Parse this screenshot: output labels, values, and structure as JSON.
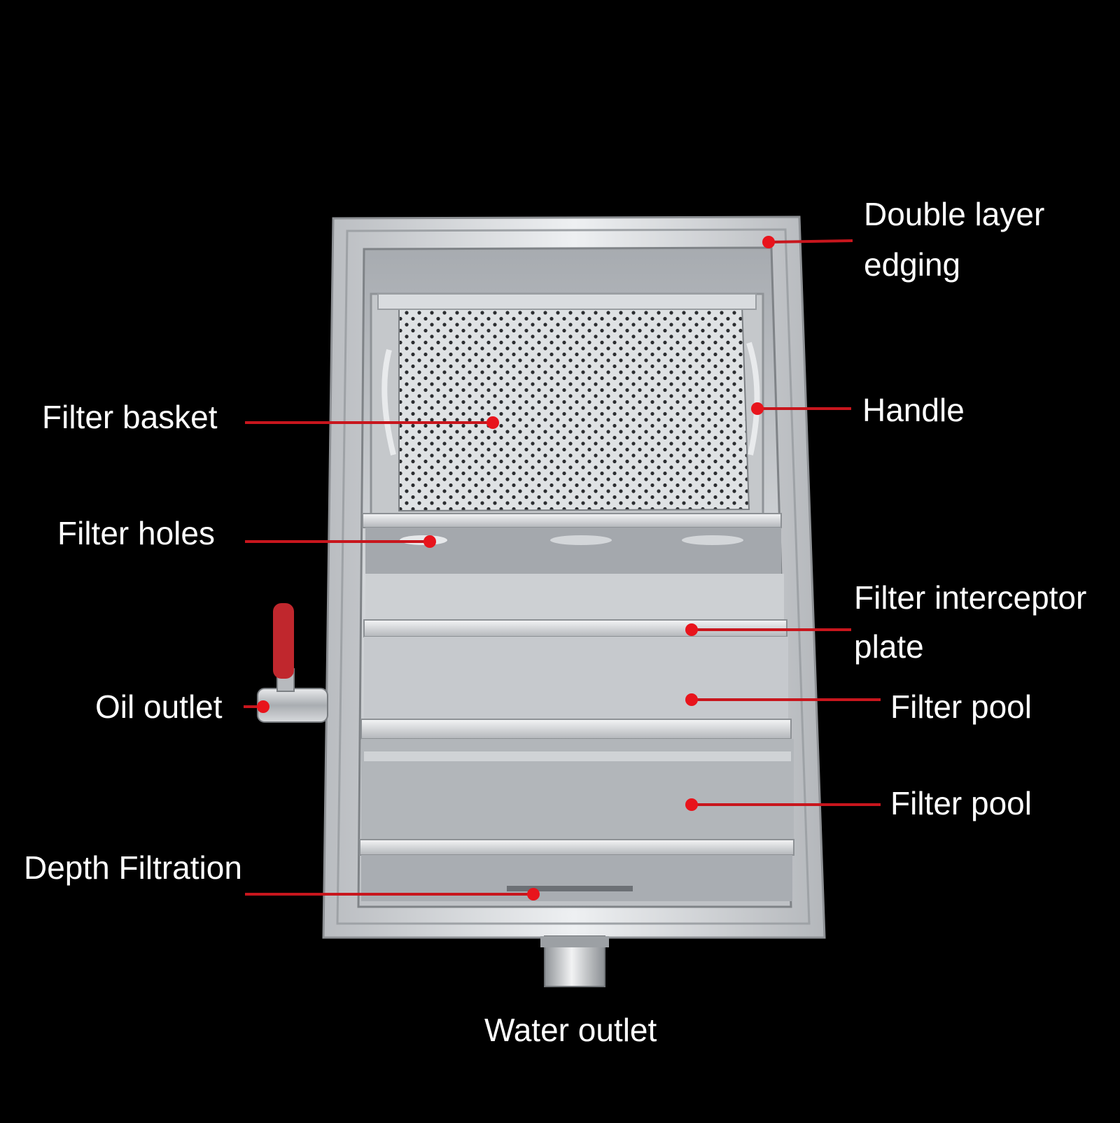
{
  "colors": {
    "background": "#000000",
    "label_text": "#ffffff",
    "leader_line": "#c8161d",
    "marker_dot": "#e8141c",
    "steel_light": "#e6e8ea",
    "steel_mid": "#c9ccd0",
    "steel_dark": "#9a9ea4",
    "valve_handle": "#c0272d"
  },
  "labels": {
    "double_layer_edging_1": "Double layer",
    "double_layer_edging_2": "edging",
    "handle": "Handle",
    "filter_basket": "Filter basket",
    "filter_holes": "Filter holes",
    "filter_interceptor_plate_1": "Filter interceptor",
    "filter_interceptor_plate_2": "plate",
    "oil_outlet": "Oil outlet",
    "filter_pool_upper": "Filter pool",
    "filter_pool_lower": "Filter pool",
    "depth_filtration": "Depth Filtration",
    "water_outlet": "Water outlet"
  }
}
